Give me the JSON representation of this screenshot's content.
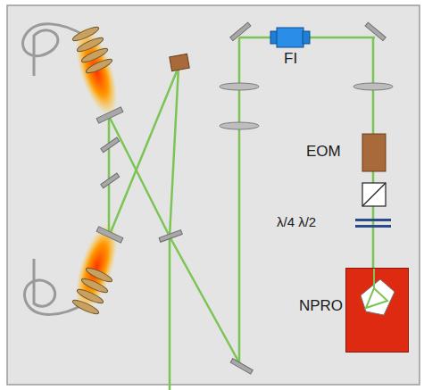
{
  "diagram": {
    "nodes": [
      {
        "text": [
          "NPRO"
        ]
      }
    ],
    "labels": [
      "FI",
      "EOM",
      "λ/4 λ/2"
    ]
  }
}
